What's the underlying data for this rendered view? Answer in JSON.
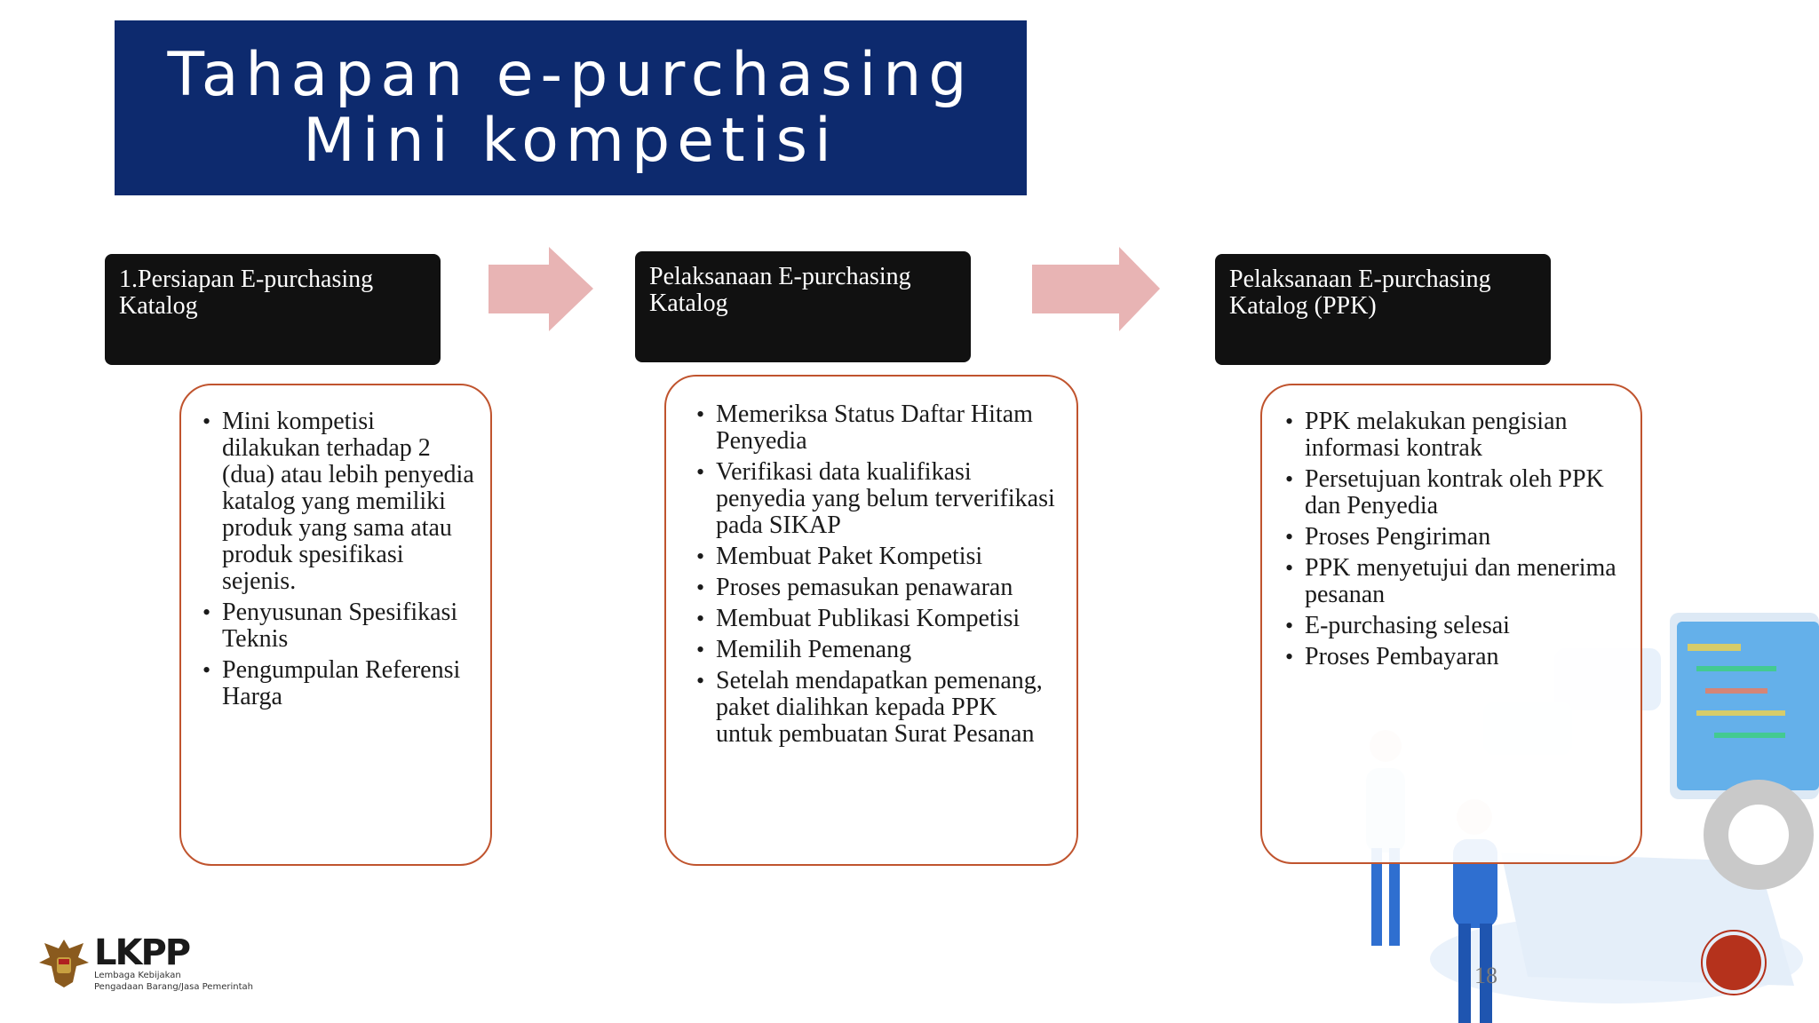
{
  "title": {
    "line1": "Tahapan e-purchasing",
    "line2": "Mini kompetisi"
  },
  "steps": [
    {
      "heading": "1.Persiapan E-purchasing Katalog",
      "items": [
        "Mini kompetisi dilakukan terhadap 2 (dua) atau lebih penyedia katalog yang memiliki produk yang sama atau produk spesifikasi sejenis.",
        "Penyusunan Spesifikasi Teknis",
        "Pengumpulan Referensi Harga"
      ]
    },
    {
      "heading": "Pelaksanaan E-purchasing Katalog",
      "items": [
        "Memeriksa Status Daftar Hitam Penyedia",
        "Verifikasi data kualifikasi penyedia yang belum terverifikasi pada SIKAP",
        "Membuat Paket Kompetisi",
        "Proses pemasukan penawaran",
        "Membuat Publikasi Kompetisi",
        "Memilih Pemenang",
        "Setelah mendapatkan pemenang, paket dialihkan kepada PPK untuk pembuatan Surat Pesanan"
      ]
    },
    {
      "heading": "Pelaksanaan E-purchasing Katalog (PPK)",
      "items": [
        "PPK melakukan pengisian informasi kontrak",
        "Persetujuan kontrak oleh PPK dan Penyedia",
        "Proses Pengiriman",
        "PPK menyetujui dan menerima pesanan",
        "E-purchasing selesai",
        "Proses Pembayaran"
      ]
    }
  ],
  "logo": {
    "name": "LKPP",
    "subtitle_line1": "Lembaga Kebijakan",
    "subtitle_line2": "Pengadaan Barang/Jasa Pemerintah"
  },
  "page_number": "18",
  "colors": {
    "title_bg": "#0d2a6e",
    "heading_bg": "#111111",
    "arrow": "#e8b4b4",
    "card_border": "#c0542e",
    "nav_circle": "#b5321c"
  }
}
